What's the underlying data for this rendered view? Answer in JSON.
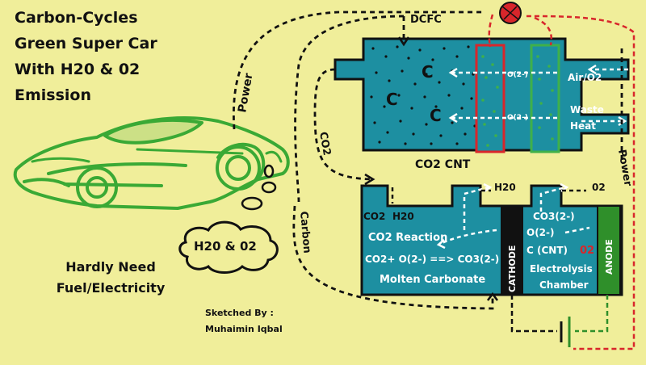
{
  "title_lines": [
    "Carbon-Cycles",
    "Green Super Car",
    "With H20 & 02",
    "Emission"
  ],
  "labels": {
    "dcfc": "DCFC",
    "power_left": "Power",
    "power_right": "Power",
    "co2_pipe": "CO2",
    "carbon_pipe": "Carbon",
    "fuel_c": "C",
    "o2_ion": "O(2-)",
    "air_o2": "Air/O2",
    "waste_heat_1": "Waste",
    "waste_heat_2": "Heat",
    "co2_cnt": "CO2 CNT",
    "h2o_out": "H20",
    "o2_out": "02",
    "co2_in": "CO2",
    "h2o_in": "H20",
    "co2_reaction": "CO2 Reaction",
    "reaction_eq": "CO2+ O(2-) ==> CO3(2-)",
    "molten_carbonate": "Molten Carbonate",
    "cathode": "CATHODE",
    "anode": "ANODE",
    "co3": "CO3(2-)",
    "o2_ion_right": "O(2-)",
    "c_cnt": "C (CNT)",
    "o2_red": "02",
    "electrolysis_1": "Electrolysis",
    "electrolysis_2": "Chamber",
    "emission_cloud": "H20 & 02"
  },
  "hardly": [
    "Hardly Need",
    "Fuel/Electricity"
  ],
  "sketch": [
    "Sketched By :",
    "Muhaimin Iqbal"
  ],
  "colors": {
    "background": "#f0ee9a",
    "cell": "#1d8fa1",
    "outline": "#111111",
    "car": "#3aa935",
    "anode": "#2f8f2a",
    "red": "#d8262b",
    "green": "#3fb04a"
  }
}
